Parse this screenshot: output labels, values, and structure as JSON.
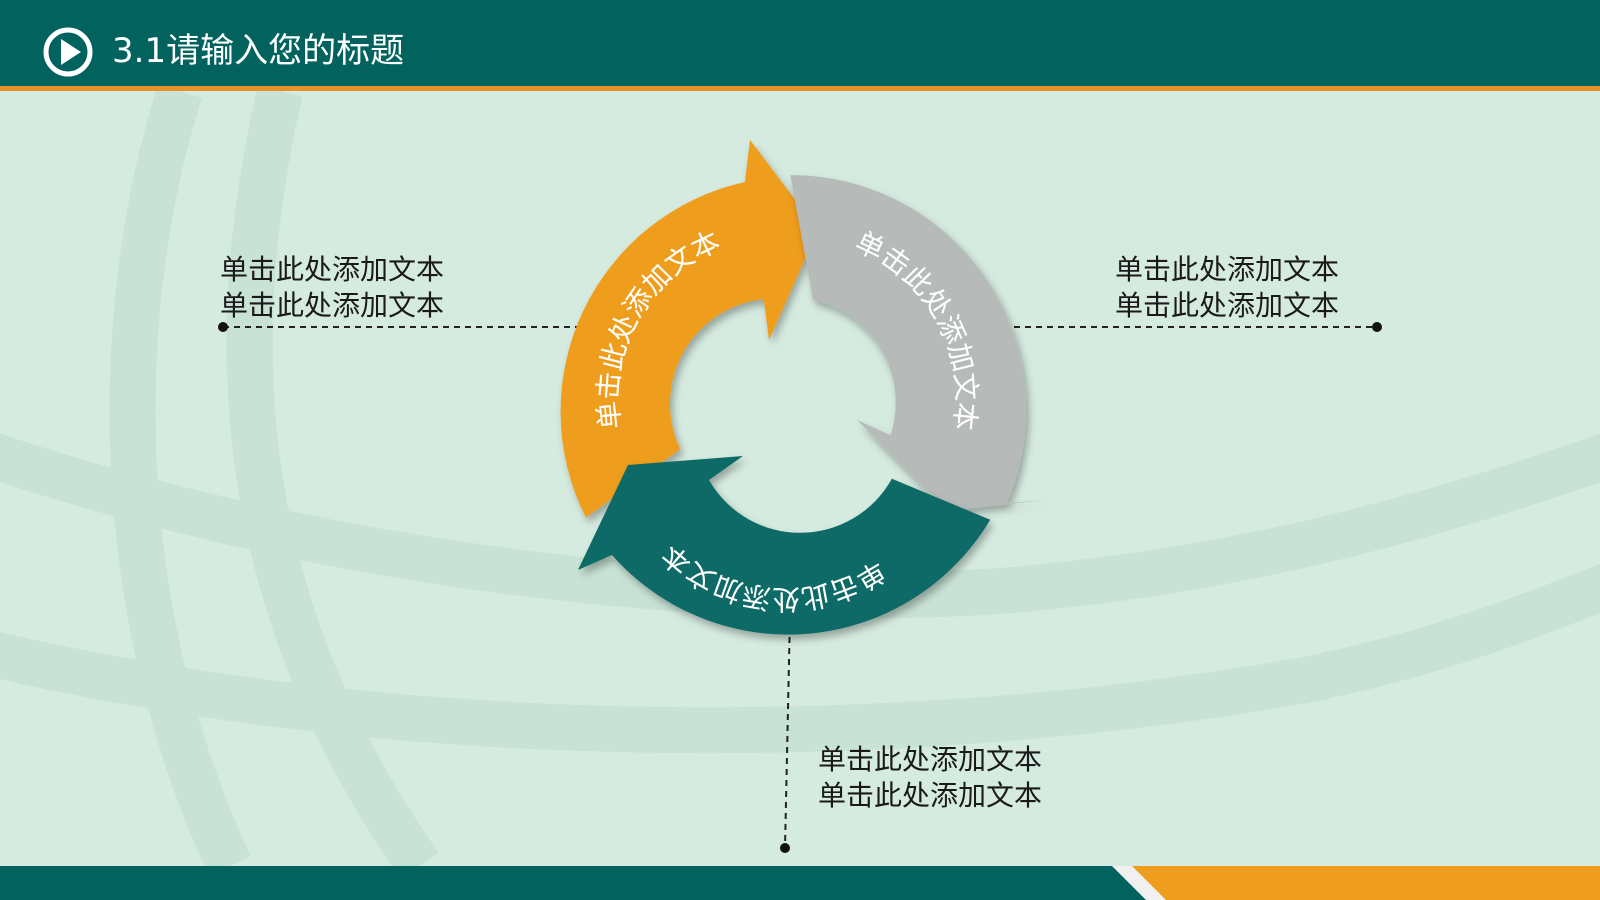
{
  "header": {
    "title": "3.1请输入您的标题",
    "icon": "play-circle-icon",
    "watermark": "",
    "colors": {
      "bar": "#01625e",
      "accent_line": "#e6922a"
    }
  },
  "cycle": {
    "segments": [
      {
        "id": "orange",
        "label": "单击此处添加文本",
        "color": "#ee9d1e"
      },
      {
        "id": "gray",
        "label": "单击此处添加文本",
        "color": "#b6bab9"
      },
      {
        "id": "teal",
        "label": "单击此处添加文本",
        "color": "#0c6b66"
      }
    ]
  },
  "notes": {
    "left": [
      "单击此处添加文本",
      "单击此处添加文本"
    ],
    "right": [
      "单击此处添加文本",
      "单击此处添加文本"
    ],
    "bottom": [
      "单击此处添加文本",
      "单击此处添加文本"
    ]
  },
  "footer": {
    "colors": {
      "left": "#01625e",
      "right": "#ee9d1e"
    }
  }
}
